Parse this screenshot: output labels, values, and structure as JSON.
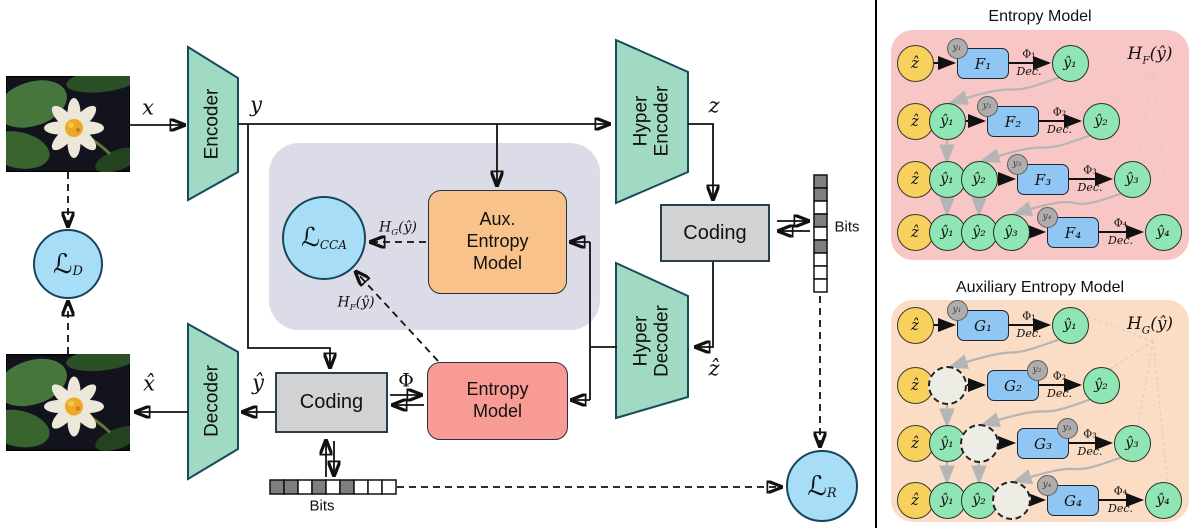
{
  "colors": {
    "trapezoid_green": "#a0dac2",
    "trapezoid_border": "#174a5b",
    "box_gray": "#d2d2d2",
    "lavender_container": "#dbdce8",
    "aux_orange": "#f9c28a",
    "entropy_red": "#f89b94",
    "loss_blue": "#a7ddf6",
    "panel_pink": "#f8c6c4",
    "panel_peach": "#fbdcc4",
    "node_yellow": "#f8d05e",
    "node_green": "#8fe5b3",
    "node_blue": "#90c6f3",
    "node_gray": "#aeacac",
    "bit_dark": "#7f7f7f",
    "guide_gray": "#b5b5b5"
  },
  "main_diagram": {
    "io_labels": {
      "x": "x",
      "y": "y",
      "z": "z",
      "x_hat": "x̂",
      "y_hat": "ŷ",
      "z_hat": "ẑ",
      "phi": "Φ"
    },
    "blocks": {
      "encoder": "Encoder",
      "decoder": "Decoder",
      "hyper_encoder": {
        "line1": "Hyper",
        "line2": "Encoder"
      },
      "hyper_decoder": {
        "line1": "Hyper",
        "line2": "Decoder"
      },
      "coding_main": "Coding",
      "coding_hyper": "Coding",
      "entropy_model": {
        "line1": "Entropy",
        "line2": "Model"
      },
      "aux_entropy_model": {
        "line1": "Aux.",
        "line2": "Entropy",
        "line3": "Model"
      }
    },
    "losses": {
      "distortion": {
        "base": "ℒ",
        "sub": "D"
      },
      "cca": {
        "base": "ℒ",
        "sub": "CCA"
      },
      "rate": {
        "base": "ℒ",
        "sub": "R"
      }
    },
    "entropy_terms": {
      "hg": {
        "base": "H",
        "sub": "G",
        "arg": "(ŷ)"
      },
      "hf": {
        "base": "H",
        "sub": "F",
        "arg": "(ŷ)"
      }
    },
    "bits": {
      "label": "Bits",
      "pattern": [
        1,
        1,
        0,
        1,
        0,
        1,
        0,
        0,
        0
      ]
    }
  },
  "right_panel": {
    "top": {
      "title": "Entropy Model",
      "term": {
        "base": "H",
        "sub": "F",
        "arg": "(ŷ)"
      },
      "rows": [
        {
          "inputs": [
            {
              "t": "z",
              "label": "ẑ"
            }
          ],
          "gray": "y₁",
          "box": "F₁",
          "phi": "Φ₁",
          "dec": "Dec.",
          "out": "ŷ₁",
          "gray_pos": "tl"
        },
        {
          "inputs": [
            {
              "t": "z",
              "label": "ẑ"
            },
            {
              "t": "y",
              "label": "ŷ₁"
            }
          ],
          "gray": "y₂",
          "box": "F₂",
          "phi": "Φ₂",
          "dec": "Dec.",
          "out": "ŷ₂",
          "gray_pos": "tl"
        },
        {
          "inputs": [
            {
              "t": "z",
              "label": "ẑ"
            },
            {
              "t": "y",
              "label": "ŷ₁"
            },
            {
              "t": "y",
              "label": "ŷ₂"
            }
          ],
          "gray": "y₃",
          "box": "F₃",
          "phi": "Φ₃",
          "dec": "Dec.",
          "out": "ŷ₃",
          "gray_pos": "tl"
        },
        {
          "inputs": [
            {
              "t": "z",
              "label": "ẑ"
            },
            {
              "t": "y",
              "label": "ŷ₁"
            },
            {
              "t": "y",
              "label": "ŷ₂"
            },
            {
              "t": "y",
              "label": "ŷ₃"
            }
          ],
          "gray": "y₄",
          "box": "F₄",
          "phi": "Φ₄",
          "dec": "Dec.",
          "out": "ŷ₄",
          "gray_pos": "tl"
        }
      ]
    },
    "bottom": {
      "title": "Auxiliary Entropy Model",
      "term": {
        "base": "H",
        "sub": "G",
        "arg": "(ŷ)"
      },
      "rows": [
        {
          "inputs": [
            {
              "t": "z",
              "label": "ẑ"
            }
          ],
          "gray": "y₁",
          "box": "G₁",
          "phi": "Φ₁",
          "dec": "Dec.",
          "out": "ŷ₁",
          "gray_pos": "tl"
        },
        {
          "inputs": [
            {
              "t": "z",
              "label": "ẑ"
            },
            {
              "t": "m"
            }
          ],
          "gray": "y₂",
          "box": "G₂",
          "phi": "Φ₂",
          "dec": "Dec.",
          "out": "ŷ₂",
          "gray_pos": "tr"
        },
        {
          "inputs": [
            {
              "t": "z",
              "label": "ẑ"
            },
            {
              "t": "y",
              "label": "ŷ₁"
            },
            {
              "t": "m"
            }
          ],
          "gray": "y₃",
          "box": "G₃",
          "phi": "Φ₃",
          "dec": "Dec.",
          "out": "ŷ₃",
          "gray_pos": "tr"
        },
        {
          "inputs": [
            {
              "t": "z",
              "label": "ẑ"
            },
            {
              "t": "y",
              "label": "ŷ₁"
            },
            {
              "t": "y",
              "label": "ŷ₂"
            },
            {
              "t": "m"
            }
          ],
          "gray": "y₄",
          "box": "G₄",
          "phi": "Φ₄",
          "dec": "Dec.",
          "out": "ŷ₄",
          "gray_pos": "tl"
        }
      ]
    }
  }
}
